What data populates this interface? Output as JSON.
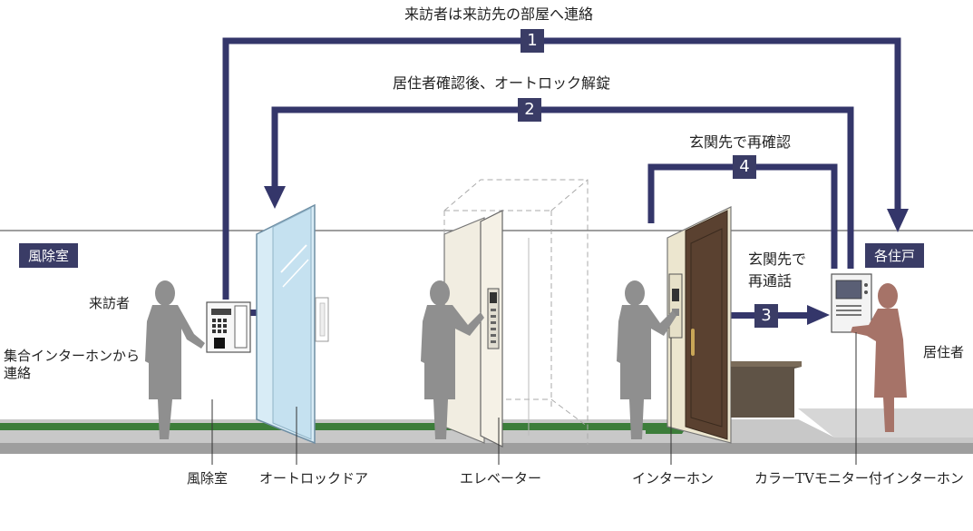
{
  "steps": [
    {
      "number": "1",
      "caption": "来訪者は来訪先の部屋へ連絡"
    },
    {
      "number": "2",
      "caption": "居住者確認後、オートロック解錠"
    },
    {
      "number": "3",
      "caption_line1": "玄関先で",
      "caption_line2": "再通話"
    },
    {
      "number": "4",
      "caption": "玄関先で再確認"
    }
  ],
  "zones": {
    "left_badge": "風除室",
    "right_badge": "各住戸"
  },
  "people": {
    "visitor": "来訪者",
    "resident": "居住者"
  },
  "notes": {
    "intercom_call_line1": "集合インターホンから",
    "intercom_call_line2": "連絡"
  },
  "bottom_labels": {
    "vestibule": "風除室",
    "autolock_door": "オートロックドア",
    "elevator": "エレベーター",
    "intercom": "インターホン",
    "color_tv_intercom": "カラーTVモニター付インターホン"
  },
  "colors": {
    "arrow_navy": "#34366a",
    "silhouette_gray": "#8f8f8f",
    "resident_brown": "#a67368",
    "floor_green": "#3c7d3a",
    "door_brown": "#5a4130"
  }
}
